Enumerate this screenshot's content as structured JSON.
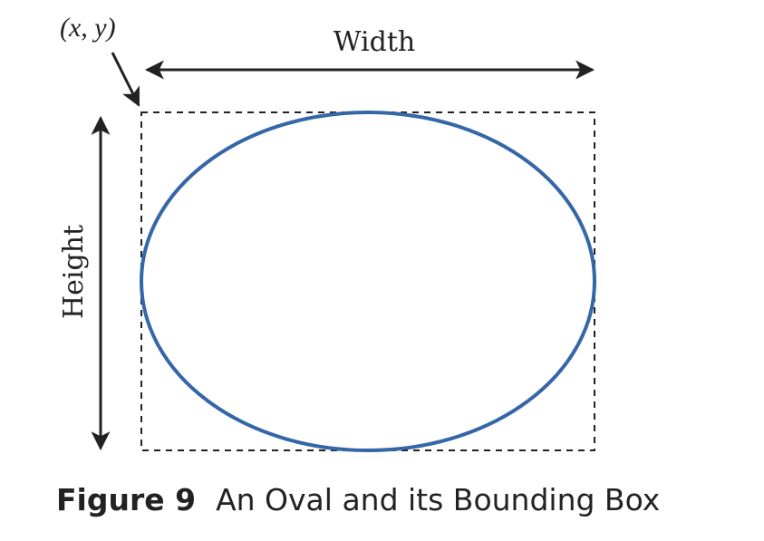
{
  "diagram": {
    "origin_label": "(x, y)",
    "width_label": "Width",
    "height_label": "Height",
    "colors": {
      "oval": "#3566a8",
      "ink": "#222222"
    }
  },
  "caption": {
    "number": "Figure 9",
    "text": "An Oval and its Bounding Box"
  }
}
